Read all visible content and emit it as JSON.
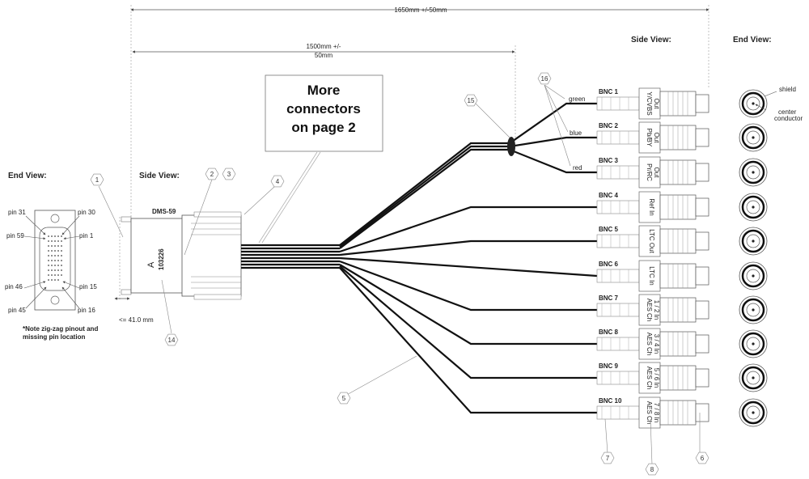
{
  "dimensions": {
    "overall": "1650mm +/-50mm",
    "breakout_line1": "1500mm +/-",
    "breakout_line2": "50mm",
    "connector_depth": "<= 41.0 mm"
  },
  "note_box": {
    "line1": "More",
    "line2": "connectors",
    "line3": "on page 2"
  },
  "left_connector": {
    "end_view_title": "End View:",
    "side_view_title": "Side View:",
    "model": "DMS-59",
    "body_letter": "A",
    "part_number": "103226",
    "pins": {
      "p31": "pin 31",
      "p30": "pin 30",
      "p59": "pin 59",
      "p1": "pin 1",
      "p46": "pin 46",
      "p15": "pin 15",
      "p45": "pin 45",
      "p16": "pin 16"
    },
    "note_line1": "*Note zig-zag pinout and",
    "note_line2": "missing pin location"
  },
  "right_side": {
    "side_view_title": "Side View:",
    "end_view_title": "End View:",
    "shield_label": "shield",
    "center_label1": "center",
    "center_label2": "conductor",
    "wire_colors": {
      "green": "green",
      "blue": "blue",
      "red": "red"
    }
  },
  "bnc": [
    {
      "name": "BNC 1",
      "line1": "Y/CVBS",
      "line2": "Out"
    },
    {
      "name": "BNC 2",
      "line1": "Pb/BY",
      "line2": "Out"
    },
    {
      "name": "BNC 3",
      "line1": "Pr/RC",
      "line2": "Out"
    },
    {
      "name": "BNC 4",
      "line1": "Ref In",
      "line2": ""
    },
    {
      "name": "BNC 5",
      "line1": "LTC Out",
      "line2": ""
    },
    {
      "name": "BNC 6",
      "line1": "LTC In",
      "line2": ""
    },
    {
      "name": "BNC 7",
      "line1": "AES Ch",
      "line2": "1 / 2 In"
    },
    {
      "name": "BNC 8",
      "line1": "AES Ch",
      "line2": "3 / 4 In"
    },
    {
      "name": "BNC 9",
      "line1": "AES Ch",
      "line2": "5 / 6 In"
    },
    {
      "name": "BNC 10",
      "line1": "AES Ch",
      "line2": "7 / 8 In"
    }
  ],
  "callouts": {
    "c1": "1",
    "c2": "2",
    "c3": "3",
    "c4": "4",
    "c5": "5",
    "c6": "6",
    "c7": "7",
    "c8": "8",
    "c14": "14",
    "c15": "15",
    "c16": "16"
  }
}
